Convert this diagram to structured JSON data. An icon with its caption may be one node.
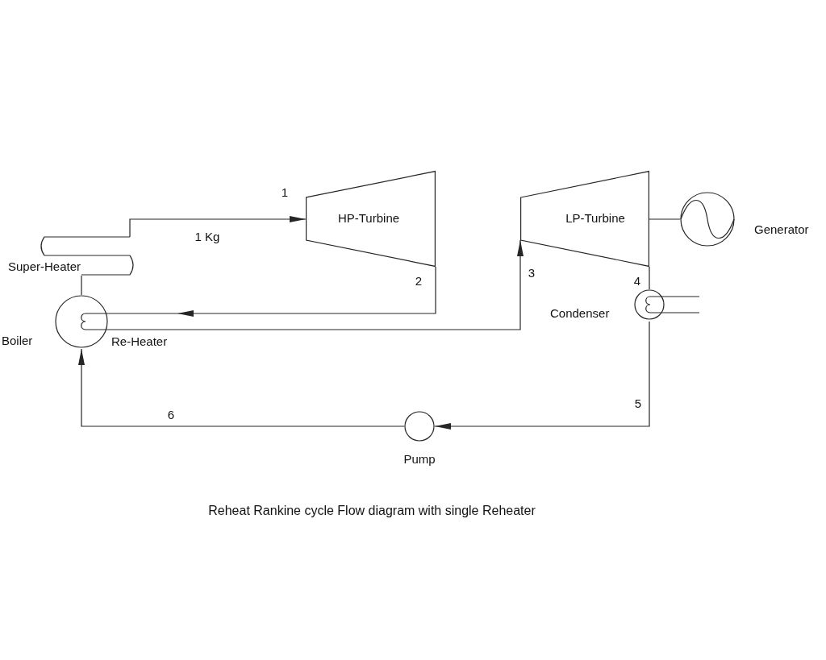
{
  "diagram": {
    "caption": "Reheat Rankine cycle Flow diagram with single Reheater",
    "nodes": [
      {
        "text": [
          "HP-Turbine"
        ]
      },
      {
        "text": [
          "LP-Turbine"
        ]
      },
      {
        "text": [
          "Generator"
        ]
      },
      {
        "text": [
          "Super-Heater"
        ]
      },
      {
        "text": [
          "Boiler"
        ]
      },
      {
        "text": [
          "Re-Heater"
        ]
      },
      {
        "text": [
          "Condenser"
        ]
      },
      {
        "text": [
          "Pump"
        ]
      }
    ],
    "edges": [
      {
        "from": 3,
        "to": 0,
        "arrow": "to",
        "label": "1 Kg"
      },
      {
        "from": 0,
        "to": 5,
        "arrow": "to"
      },
      {
        "from": 5,
        "to": 1,
        "arrow": "to"
      },
      {
        "from": 1,
        "to": 2,
        "arrow": "none"
      },
      {
        "from": 1,
        "to": 6,
        "arrow": "none"
      },
      {
        "from": 6,
        "to": 7,
        "arrow": "to"
      },
      {
        "from": 7,
        "to": 4,
        "arrow": "to"
      },
      {
        "from": 4,
        "to": 3,
        "arrow": "none"
      },
      {
        "from": 6,
        "to": null,
        "arrow": "none"
      },
      {
        "from": 6,
        "to": null,
        "arrow": "none"
      }
    ],
    "labels": [
      "1",
      "2",
      "3",
      "4",
      "5",
      "6"
    ]
  }
}
